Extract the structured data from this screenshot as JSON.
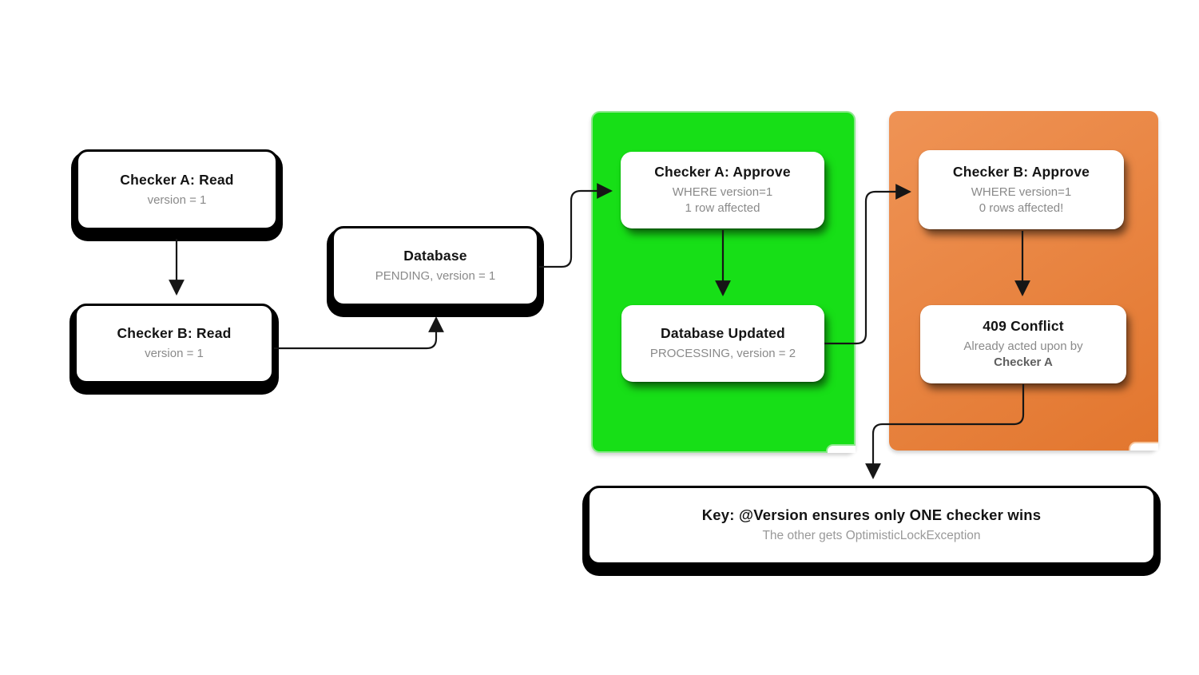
{
  "diagram": {
    "nodes": {
      "checker_a_read": {
        "title": "Checker A: Read",
        "subtitle": "version = 1"
      },
      "checker_b_read": {
        "title": "Checker B: Read",
        "subtitle": "version = 1"
      },
      "database": {
        "title": "Database",
        "subtitle": "PENDING, version = 1"
      },
      "checker_a_approve": {
        "title": "Checker A: Approve",
        "line1": "WHERE version=1",
        "line2": "1 row affected"
      },
      "database_updated": {
        "title": "Database Updated",
        "subtitle": "PROCESSING, version = 2"
      },
      "checker_b_approve": {
        "title": "Checker B: Approve",
        "line1": "WHERE version=1",
        "line2": "0 rows affected!"
      },
      "conflict_409": {
        "title": "409 Conflict",
        "line1": "Already acted upon by",
        "line2": "Checker A"
      },
      "key_note": {
        "title": "Key: @Version ensures only ONE checker wins",
        "subtitle": "The other gets OptimisticLockException"
      }
    },
    "edges": [
      {
        "from": "checker_a_read",
        "to": "checker_b_read"
      },
      {
        "from": "checker_b_read",
        "to": "database"
      },
      {
        "from": "database",
        "to": "checker_a_approve"
      },
      {
        "from": "checker_a_approve",
        "to": "database_updated"
      },
      {
        "from": "database_updated",
        "to": "checker_b_approve"
      },
      {
        "from": "checker_b_approve",
        "to": "conflict_409"
      },
      {
        "from": "conflict_409",
        "to": "key_note"
      }
    ],
    "colors": {
      "success_panel": "#17df17",
      "success_panel_border": "#8ce88c",
      "conflict_panel_start": "#ef9355",
      "conflict_panel_end": "#e2762e",
      "line": "#161616",
      "title_text": "#141414",
      "subtitle_text": "#8a8a8a"
    }
  }
}
